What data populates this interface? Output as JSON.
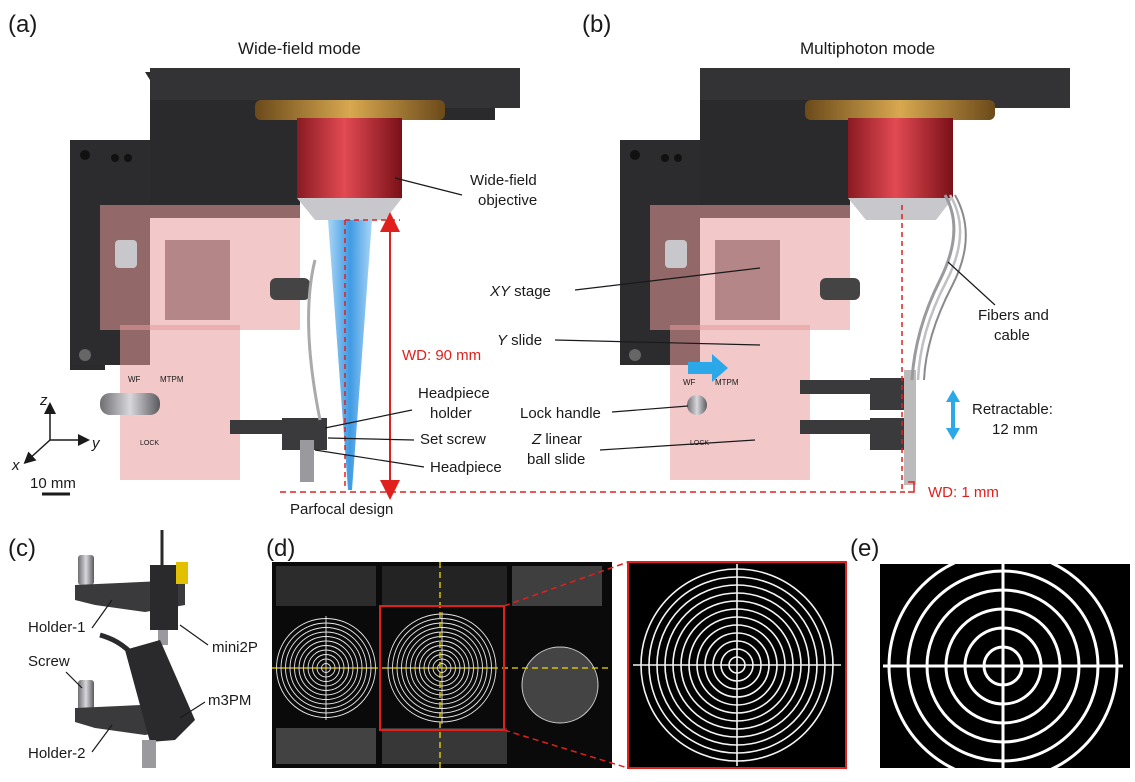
{
  "panels": {
    "a": {
      "letter": "(a)",
      "title": "Wide-field mode",
      "labels": {
        "objective_1": "Wide-field",
        "objective_2": "objective",
        "wd": "WD: 90 mm",
        "holder_1": "Headpiece",
        "holder_2": "holder",
        "set_screw": "Set screw",
        "headpiece": "Headpiece",
        "parfocal": "Parfocal design",
        "scale": "10 mm",
        "axis_x": "x",
        "axis_y": "y",
        "axis_z": "z",
        "wf": "WF",
        "mtpm": "MTPM",
        "lock": "LOCK"
      }
    },
    "b": {
      "letter": "(b)",
      "title": "Multiphoton mode",
      "labels": {
        "xy_stage_it": "XY",
        "xy_stage": " stage",
        "y_slide_it": "Y",
        "y_slide": " slide",
        "fibers_1": "Fibers and",
        "fibers_2": "cable",
        "lock_handle": "Lock handle",
        "zslide_it": "Z",
        "zslide_1": " linear",
        "zslide_2": "ball slide",
        "retract_1": "Retractable:",
        "retract_2": "12 mm",
        "wd": "WD: 1 mm",
        "wf": "WF",
        "mtpm": "MTPM",
        "lock": "LOCK"
      }
    },
    "c": {
      "letter": "(c)",
      "labels": {
        "holder1": "Holder-1",
        "mini2p": "mini2P",
        "screw": "Screw",
        "m3pm": "m3PM",
        "holder2": "Holder-2"
      }
    },
    "d": {
      "letter": "(d)"
    },
    "e": {
      "letter": "(e)"
    }
  },
  "colors": {
    "annotation_red": "#e0201c",
    "beam_blue": "#2a8fe0",
    "arrow_cyan": "#2aa8e8",
    "guide_yellow": "#f2d600",
    "objective_red": "#d8303a",
    "housing_black": "#2a2a2c",
    "stage_pink": "#e89a9a"
  }
}
